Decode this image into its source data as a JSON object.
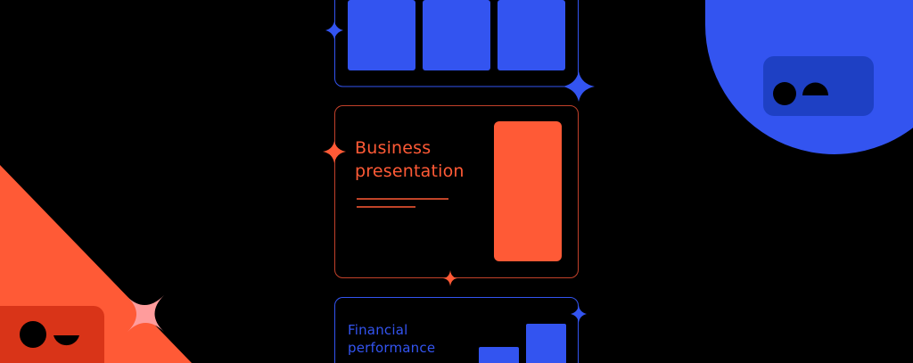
{
  "colors": {
    "background": "#000000",
    "blue": "#3354f0",
    "blue_dark": "#1e40c4",
    "orange": "#ff5a36",
    "orange_dark": "#d93418",
    "pink": "#ff9c9c"
  },
  "cards": {
    "business": {
      "line1": "Business",
      "line2": "presentation"
    },
    "financial": {
      "line1": "Financial",
      "line2": "performance"
    }
  }
}
